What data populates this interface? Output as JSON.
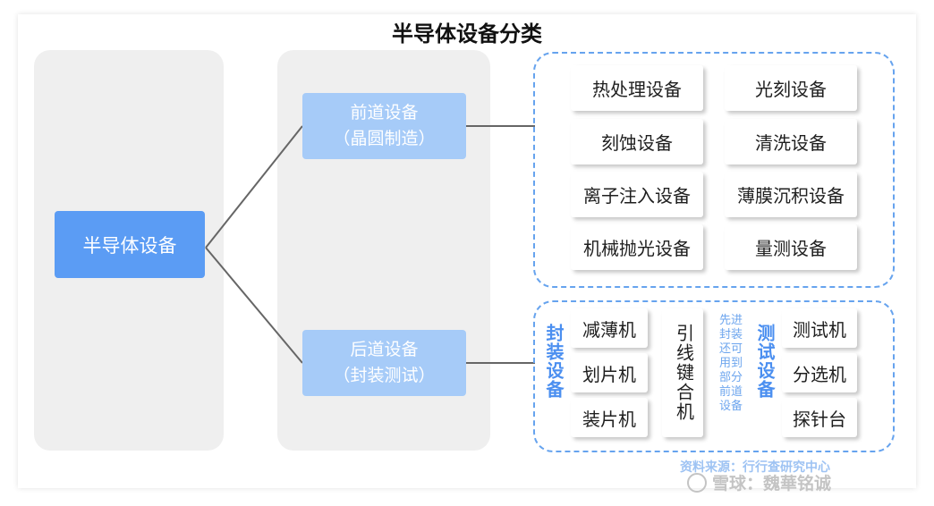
{
  "title": "半导体设备分类",
  "root": {
    "label": "半导体设备"
  },
  "front": {
    "label_line1": "前道设备",
    "label_line2": "（晶圆制造）",
    "items": [
      "热处理设备",
      "光刻设备",
      "刻蚀设备",
      "清洗设备",
      "离子注入设备",
      "薄膜沉积设备",
      "机械抛光设备",
      "量测设备"
    ]
  },
  "back": {
    "label_line1": "后道设备",
    "label_line2": "（封装测试）",
    "packaging_label": "封装设备",
    "packaging_items": [
      "减薄机",
      "划片机",
      "装片机"
    ],
    "wire_bonder": "引线键合机",
    "note": [
      "先进",
      "封装",
      "还可",
      "用到",
      "部分",
      "前道",
      "设备"
    ],
    "test_label": "测试设备",
    "test_items": [
      "测试机",
      "分选机",
      "探针台"
    ]
  },
  "watermark": {
    "source": "资料来源：行行查研究中心",
    "brand": "雪球：魏華铭诚"
  },
  "colors": {
    "root_box": "#5b9cf4",
    "mid_box": "#a6cbf8",
    "dashed_border": "#66a3ee",
    "panel": "#efefef",
    "label_blue": "#4b8ff0"
  }
}
